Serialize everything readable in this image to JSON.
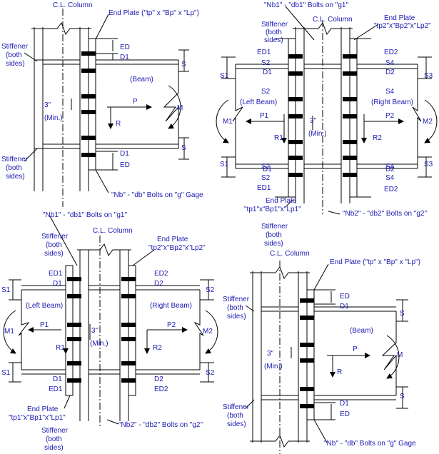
{
  "labels": {
    "cl_column": "C.L. Column",
    "end_plate": "End Plate (\"tp\" x \"Bp\" x \"Lp\")",
    "end_plate_2": "End Plate",
    "end_plate_tp2": "\"tp2\"x\"Bp2\"x\"Lp2\"",
    "end_plate_tp1": "\"tp1\"x\"Bp1\"x\"Lp1\"",
    "stiffener": "Stiffener",
    "both": "(both",
    "sides": "sides)",
    "beam": "(Beam)",
    "left_beam": "(Left Beam)",
    "right_beam": "(Right Beam)",
    "min_3in": "3\"",
    "min": "(Min.)",
    "nb_bolts": "\"Nb\" - \"db\" Bolts on \"g\" Gage",
    "nb1_bolts": "\"Nb1\" - \"db1\" Bolts on \"g1\"",
    "nb2_bolts": "\"Nb2\" - \"db2\" Bolts on \"g2\""
  },
  "dims": {
    "ED": "ED",
    "D1": "D1",
    "S": "S",
    "ED1": "ED1",
    "ED2": "ED2",
    "S1": "S1",
    "S2": "S2",
    "S3": "S3",
    "S4": "S4",
    "D2": "D2"
  },
  "forces": {
    "P": "P",
    "R": "R",
    "M": "M",
    "P1": "P1",
    "P2": "P2",
    "R1": "R1",
    "R2": "R2",
    "M1": "M1",
    "M2": "M2"
  }
}
